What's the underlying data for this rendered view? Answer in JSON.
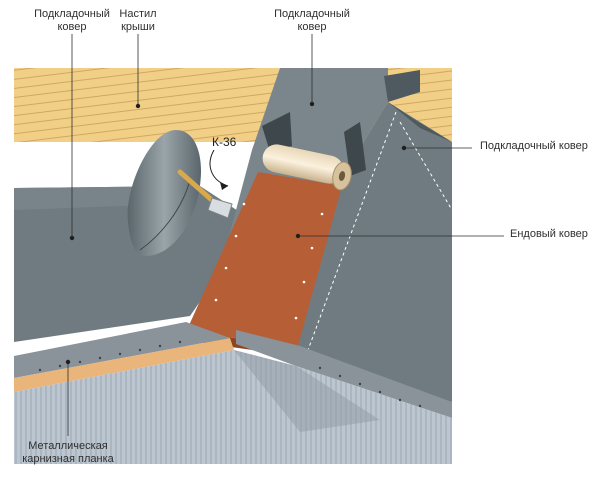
{
  "labels": {
    "underlay_top_left_1": "Подкладочный",
    "underlay_top_left_2": "ковер",
    "deck_1": "Настил",
    "deck_2": "крыши",
    "underlay_top_center_1": "Подкладочный",
    "underlay_top_center_2": "ковер",
    "underlay_right": "Подкладочный ковер",
    "valley": "Ендовый ковер",
    "drip_edge_1": "Металлическая",
    "drip_edge_2": "карнизная планка"
  },
  "marks": {
    "adhesive": "К-36"
  },
  "colors": {
    "deck_wood": "#f2cf86",
    "deck_line": "#cfa863",
    "underlay": "#6f7b80",
    "underlay_dark": "#4e5a5f",
    "valley_carpet": "#b65f36",
    "valley_edge": "#8e4522",
    "fascia_strip": "#8a939a",
    "wall": "#b9c4ce",
    "wall_line": "#9ba7b2"
  }
}
